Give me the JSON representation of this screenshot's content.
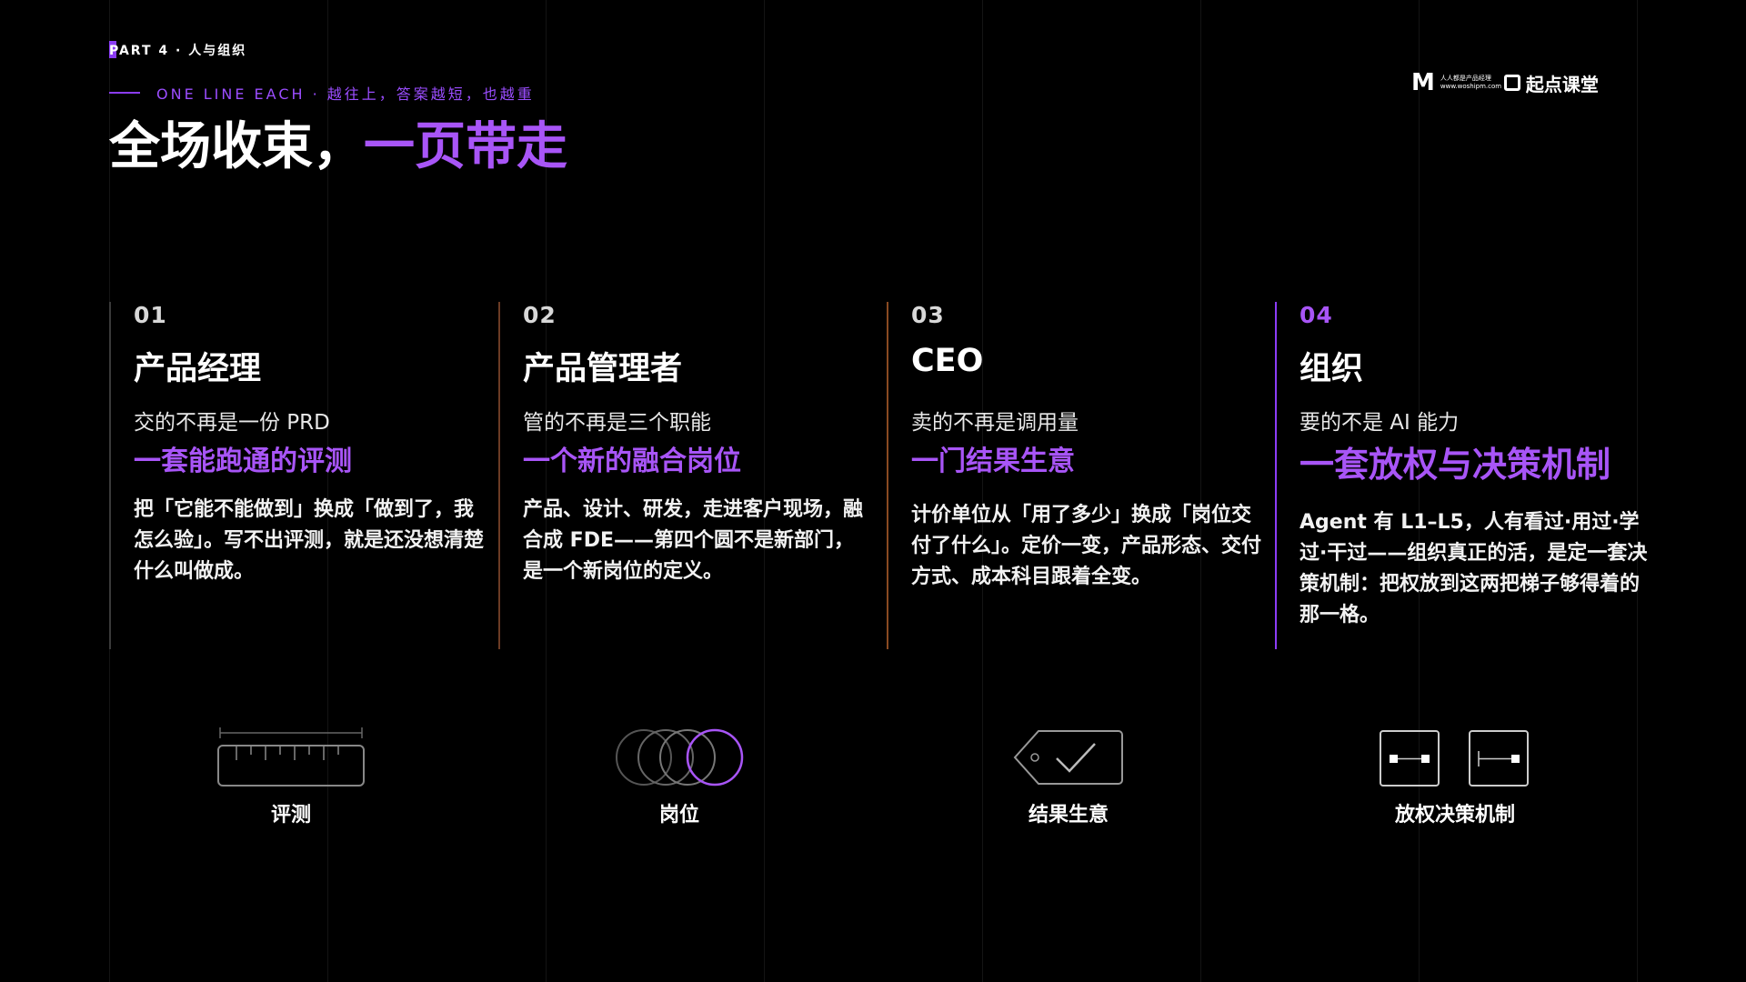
{
  "header": {
    "part": "PART 4 · 人与组织",
    "subline": "ONE LINE EACH · 越往上，答案越短，也越重",
    "title_main": "全场收束，",
    "title_highlight": "一页带走"
  },
  "logo": {
    "mark": "M",
    "small_line1": "人人都是产品经理",
    "small_line2": "www.woshipm.com",
    "brand": "起点课堂"
  },
  "columns": [
    {
      "num": "01",
      "head": "产品经理",
      "lead": "交的不再是一份 PRD",
      "key": "一套能跑通的评测",
      "body": "把「它能不能做到」换成「做到了，我怎么验」。写不出评测，就是还没想清楚什么叫做成。",
      "border": "#3a3a3a"
    },
    {
      "num": "02",
      "head": "产品管理者",
      "lead": "管的不再是三个职能",
      "key": "一个新的融合岗位",
      "body": "产品、设计、研发，走进客户现场，融合成 FDE——第四个圆不是新部门，是一个新岗位的定义。",
      "border": "#6b3b24"
    },
    {
      "num": "03",
      "head": "CEO",
      "lead": "卖的不再是调用量",
      "key": "一门结果生意",
      "body": "计价单位从「用了多少」换成「岗位交付了什么」。定价一变，产品形态、交付方式、成本科目跟着全变。",
      "border": "#8a4a22"
    },
    {
      "num": "04",
      "head": "组织",
      "lead": "要的不是 AI 能力",
      "key": "一套放权与决策机制",
      "body": "Agent 有 L1–L5，人有看过·用过·学过·干过——组织真正的活，是定一套决策机制：把权放到这两把梯子够得着的那一格。",
      "border": "#8b3cf6"
    }
  ],
  "icons": [
    {
      "name": "ruler-icon",
      "caption": "评测"
    },
    {
      "name": "circles-icon",
      "caption": "岗位"
    },
    {
      "name": "tag-check-icon",
      "caption": "结果生意"
    },
    {
      "name": "slider-boxes-icon",
      "caption": "放权决策机制"
    }
  ],
  "colors": {
    "accent": "#a855f7",
    "background": "#000000"
  }
}
